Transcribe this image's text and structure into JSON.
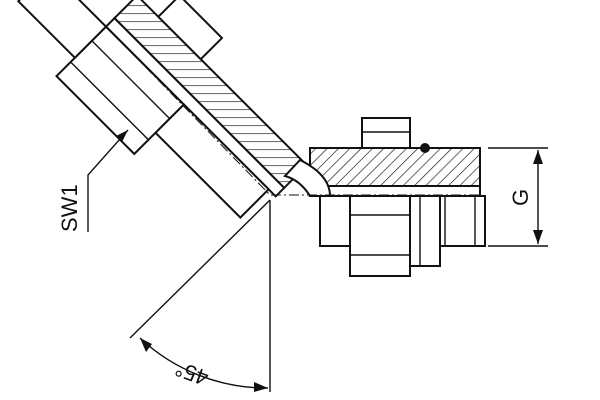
{
  "labels": {
    "wrench_size": "SW1",
    "thread": "G",
    "angle": "45°"
  },
  "colors": {
    "line": "#111111",
    "background": "#ffffff"
  }
}
